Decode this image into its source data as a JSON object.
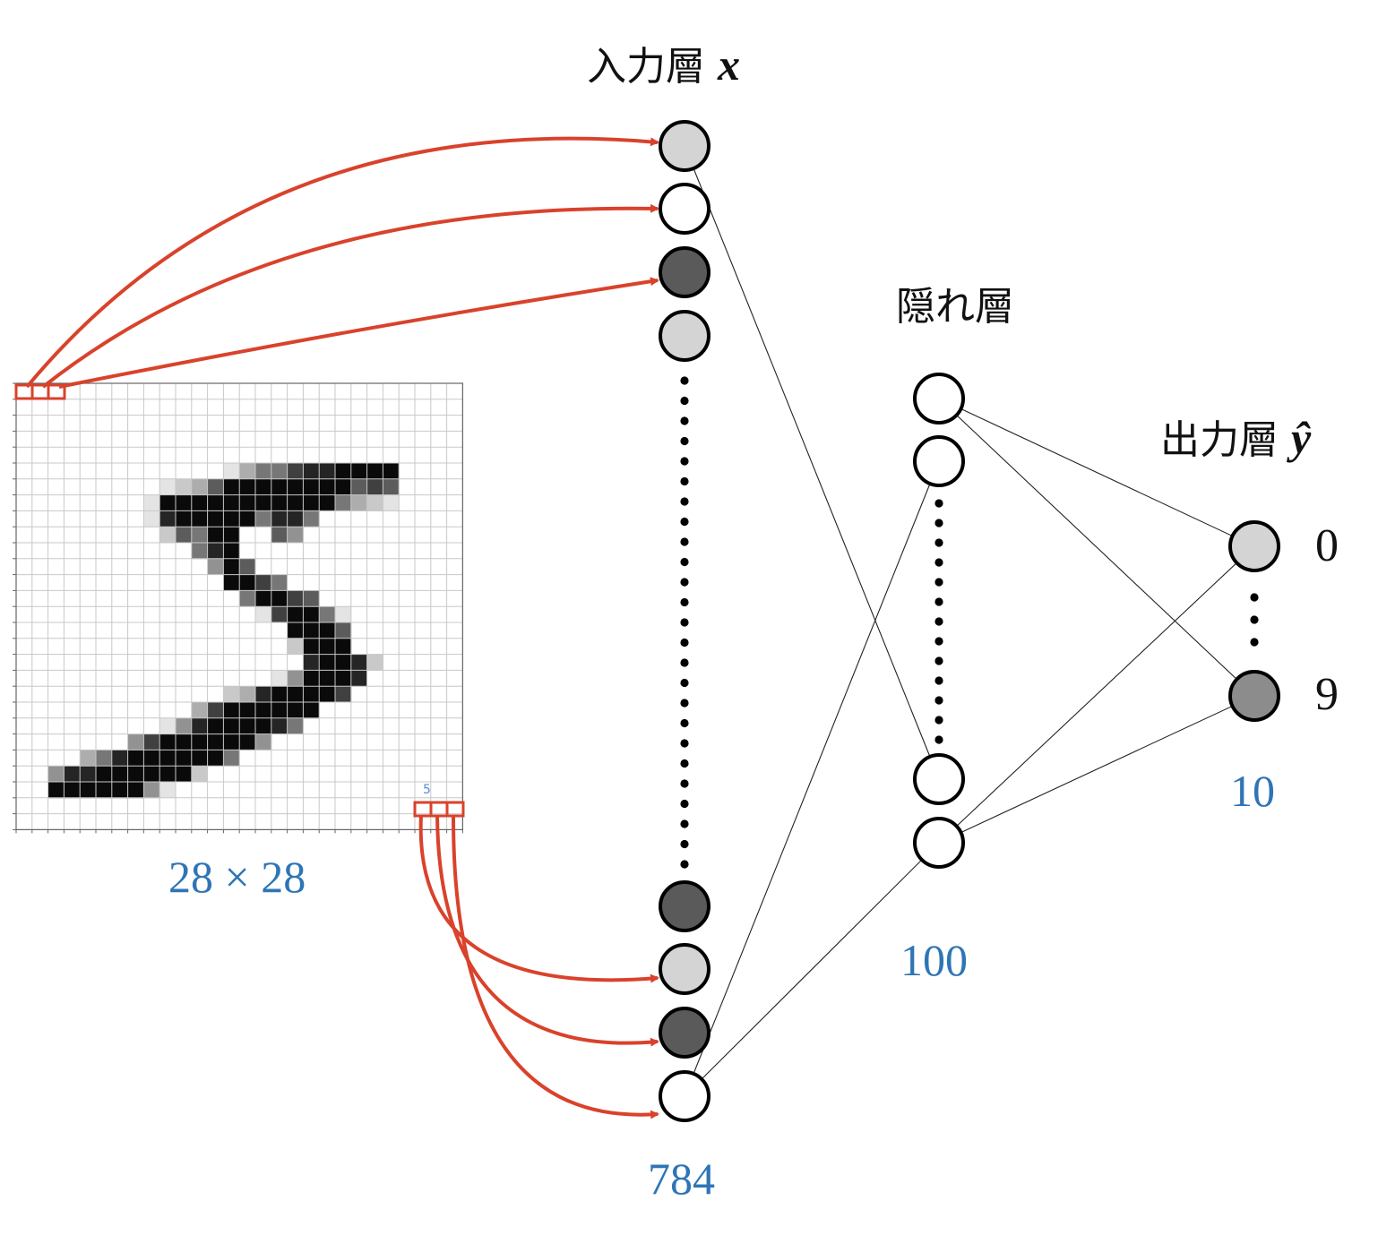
{
  "title_input": "入力層",
  "symbol_input": "x",
  "title_hidden": "隠れ層",
  "title_output": "出力層",
  "symbol_output": "ŷ",
  "count_input": "784",
  "count_hidden": "100",
  "count_output": "10",
  "image_size_label": "28 × 28",
  "image_digit_label": "5",
  "output_label_first": "0",
  "output_label_last": "9",
  "colors": {
    "arrow": "#d9422b",
    "count_text": "#2f75b5",
    "node_light": "#d4d4d4",
    "node_dark": "#5a5a5a",
    "node_mid": "#8c8c8c",
    "node_white": "#ffffff"
  },
  "input_node_fills": [
    "light",
    "white",
    "dark",
    "light",
    "dark",
    "light",
    "dark",
    "white"
  ],
  "output_node_fills": [
    "light",
    "mid"
  ],
  "digit_pixels": [
    "0000000000000000000000000000",
    "0000000000000000000000000000",
    "0000000000000000000000000000",
    "0000000000000000000000000000",
    "0000000000000000000000000000",
    "0000000000000135578899990000",
    "0000000001236999999996760000",
    "0000000019999999999953210000",
    "0000000018999995885000000000",
    "0000000002659900640000000000",
    "0000000000058900000000000000",
    "0000000000004960000000000000",
    "0000000000000997500000000000",
    "0000000000000059976000000000",
    "0000000000000001799510000000",
    "0000000000000000099960000000",
    "0000000000000000029990000000",
    "0000000000000000008998200000",
    "0000000000000000149998000000",
    "0000000000000238999970000000",
    "0000000000037999999000000000",
    "0000000001489999850000000000",
    "0000000479999994000000000000",
    "0000358999999500000000000000",
    "0048899999920000000000000000",
    "0099999941000000000000000000",
    "0000000000000000000000000000",
    "0000000000000000000000000000"
  ]
}
